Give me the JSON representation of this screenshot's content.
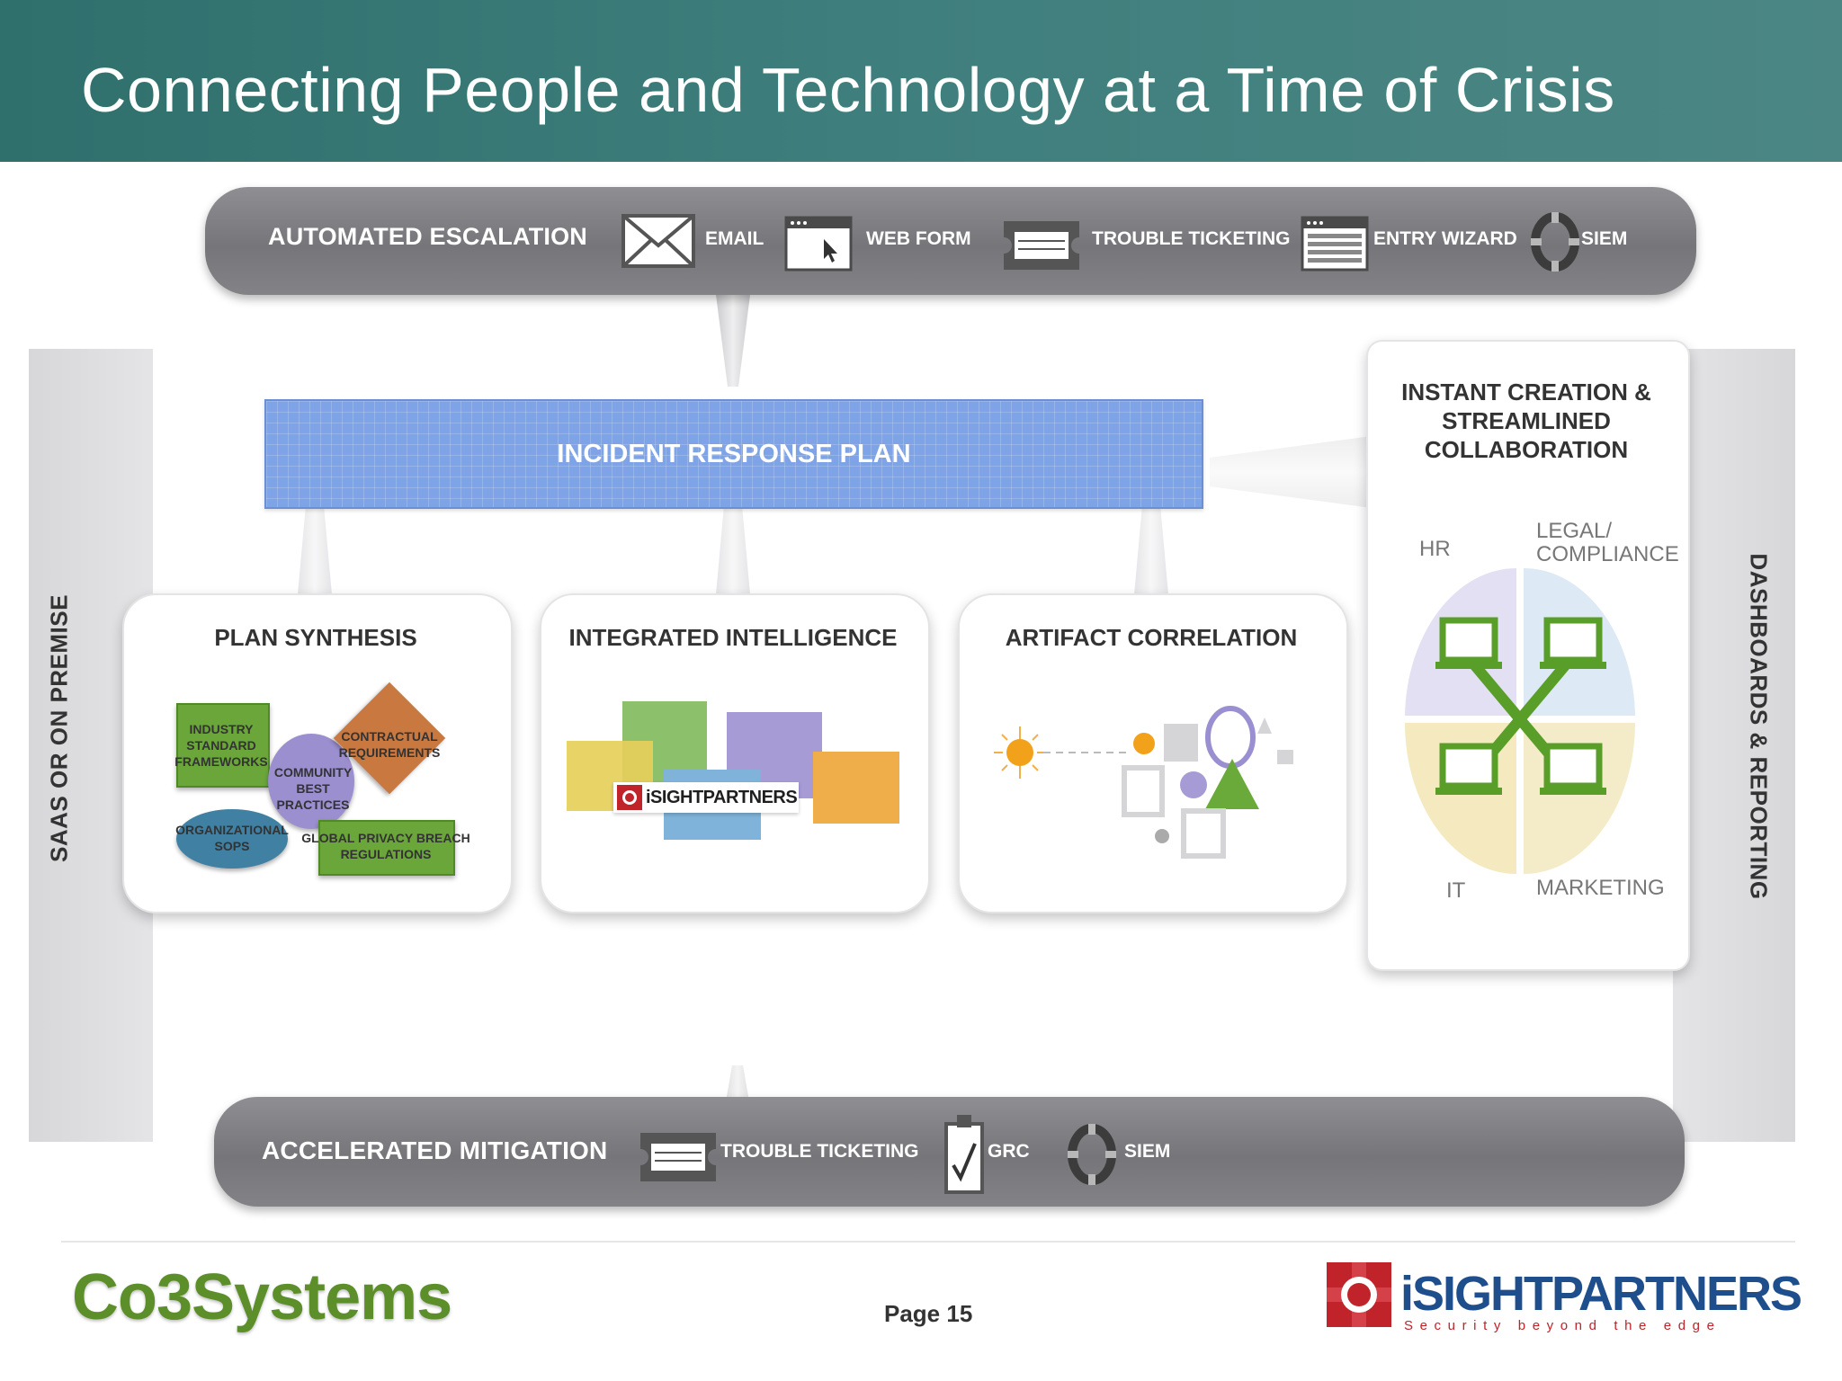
{
  "slide": {
    "title": "Connecting People and Technology at a Time of Crisis",
    "page": "Page 15"
  },
  "escalation": {
    "label": "AUTOMATED ESCALATION",
    "items": [
      {
        "label": "EMAIL",
        "icon": "envelope-icon"
      },
      {
        "label": "WEB FORM",
        "icon": "browser-window-icon"
      },
      {
        "label": "TROUBLE TICKETING",
        "icon": "ticket-icon"
      },
      {
        "label": "ENTRY WIZARD",
        "icon": "form-window-icon"
      },
      {
        "label": "SIEM",
        "icon": "lifebuoy-icon"
      }
    ]
  },
  "plan": {
    "label": "INCIDENT RESPONSE PLAN"
  },
  "side_labels": {
    "left": "SAAS OR ON PREMISE",
    "right": "DASHBOARDS & REPORTING"
  },
  "cards": {
    "synthesis": {
      "title": "PLAN SYNTHESIS",
      "shapes": {
        "industry": "INDUSTRY STANDARD FRAMEWORKS",
        "contractual": "CONTRACTUAL REQUIREMENTS",
        "community": "COMMUNITY BEST PRACTICES",
        "organizational": "ORGANIZATIONAL SOPS",
        "privacy": "GLOBAL PRIVACY BREACH REGULATIONS"
      }
    },
    "intelligence": {
      "title": "INTEGRATED INTELLIGENCE",
      "logo_text": "iSIGHTPARTNERS"
    },
    "artifact": {
      "title": "ARTIFACT CORRELATION"
    },
    "collaboration": {
      "title": "INSTANT CREATION & STREAMLINED COLLABORATION",
      "quadrants": {
        "hr": "HR",
        "legal": "LEGAL/ COMPLIANCE",
        "it": "IT",
        "marketing": "MARKETING"
      }
    }
  },
  "mitigation": {
    "label": "ACCELERATED MITIGATION",
    "items": [
      {
        "label": "TROUBLE TICKETING",
        "icon": "ticket-icon"
      },
      {
        "label": "GRC",
        "icon": "clipboard-check-icon"
      },
      {
        "label": "SIEM",
        "icon": "lifebuoy-icon"
      }
    ]
  },
  "footer": {
    "co3_logo": "Co3Systems",
    "isight_logo": "iSIGHTPARTNERS",
    "isight_tagline": "Security beyond the edge"
  },
  "colors": {
    "header": "#3f7f7d",
    "plan_blue": "#7ea3e6",
    "green": "#6a9a2a",
    "orange": "#c9783f",
    "purple": "#9b8fcf",
    "teal": "#3f80a3",
    "isight_red": "#c0232a",
    "isight_blue": "#1f4e8c"
  }
}
